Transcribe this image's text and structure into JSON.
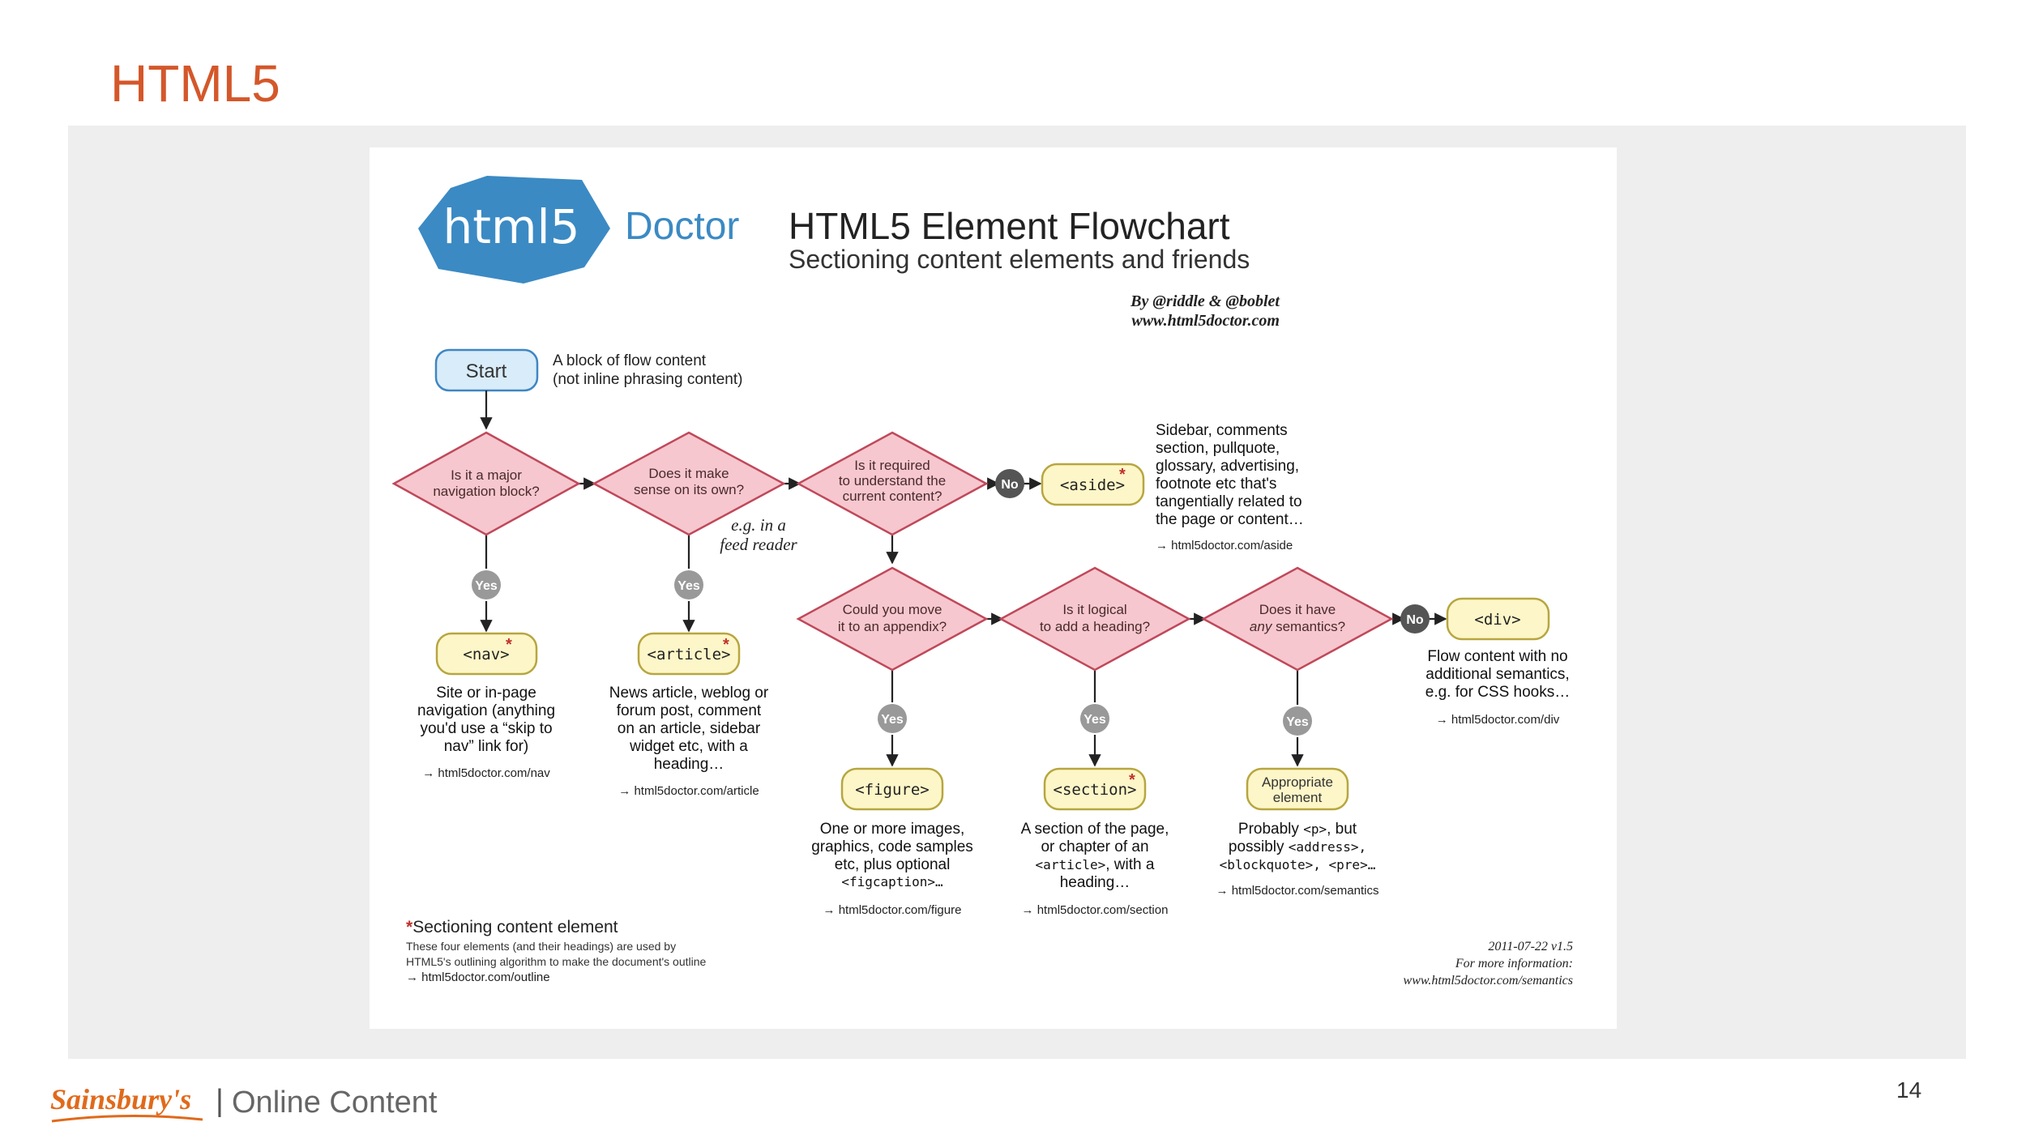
{
  "slide": {
    "title": "HTML5",
    "page_number": "14"
  },
  "footer": {
    "brand": "Sainsbury's",
    "separator": "|",
    "text": "Online Content"
  },
  "flowchart": {
    "logo": {
      "badge": "html5",
      "word": "Doctor"
    },
    "title": "HTML5 Element Flowchart",
    "subtitle": "Sectioning content elements and friends",
    "byline": "By @riddle & @boblet",
    "site": "www.html5doctor.com",
    "start": {
      "label": "Start",
      "note_line1": "A block of flow content",
      "note_line2": "(not inline phrasing content)"
    },
    "questions": {
      "nav": [
        "Is it a major",
        "navigation block?"
      ],
      "article": [
        "Does it make",
        "sense on its own?"
      ],
      "aside": [
        "Is it required",
        "to understand the",
        "current content?"
      ],
      "figure": [
        "Could you move",
        "it to an appendix?"
      ],
      "section": [
        "Is it logical",
        "to add a heading?"
      ],
      "div_pre": "Does it have",
      "div_em": "any",
      "div_post": "semantics?"
    },
    "badges": {
      "yes": "Yes",
      "no": "No"
    },
    "feed_note": [
      "e.g. in a",
      "feed reader"
    ],
    "elements": {
      "nav": "<nav>",
      "article": "<article>",
      "aside": "<aside>",
      "figure": "<figure>",
      "section": "<section>",
      "div": "<div>",
      "appropriate": [
        "Appropriate",
        "element"
      ]
    },
    "descriptions": {
      "nav": [
        "Site or in-page",
        "navigation (anything",
        "you'd use a “skip to",
        "nav” link for)"
      ],
      "nav_link": "→ html5doctor.com/nav",
      "article": [
        "News article, weblog or",
        "forum post, comment",
        "on an article, sidebar",
        "widget etc, with a",
        "heading…"
      ],
      "article_link": "→ html5doctor.com/article",
      "aside": [
        "Sidebar, comments",
        "section, pullquote,",
        "glossary, advertising,",
        "footnote etc that's",
        "tangentially related to",
        "the page or content…"
      ],
      "aside_link": "→ html5doctor.com/aside",
      "figure": [
        "One or more images,",
        "graphics, code samples",
        "etc, plus optional"
      ],
      "figure_code": "<figcaption>…",
      "figure_link": "→ html5doctor.com/figure",
      "section_l1": "A section of the page,",
      "section_l2": "or chapter of an",
      "section_code": "<article>",
      "section_l3_tail": ", with a",
      "section_l4": "heading…",
      "section_link": "→ html5doctor.com/section",
      "semantics_l1a": "Probably ",
      "semantics_l1code": "<p>",
      "semantics_l1b": ", but",
      "semantics_l2a": "possibly ",
      "semantics_l2code": "<address>,",
      "semantics_l3": "<blockquote>, <pre>…",
      "semantics_link": "→ html5doctor.com/semantics",
      "div": [
        "Flow content with no",
        "additional semantics,",
        "e.g. for CSS hooks…"
      ],
      "div_link": "→ html5doctor.com/div"
    },
    "legend": {
      "star": "*",
      "title": "Sectioning content element",
      "line1": "These four elements (and their headings) are used by",
      "line2": "HTML5's outlining algorithm to make the document's outline",
      "link": "→ html5doctor.com/outline"
    },
    "version": {
      "date": "2011-07-22 v1.5",
      "more": "For more information:",
      "url": "www.html5doctor.com/semantics"
    }
  },
  "colors": {
    "slide_title": "#d4572a",
    "diamond_fill": "#f6c7cf",
    "diamond_stroke": "#c0485a",
    "element_fill": "#fdf6c8",
    "element_stroke": "#b7a640",
    "start_fill": "#d8ecf9",
    "start_stroke": "#3f86c3",
    "badge_yes": "#999999",
    "badge_no": "#555555",
    "logo_blue": "#3b8ac4",
    "brand_orange": "#e06a1b"
  }
}
